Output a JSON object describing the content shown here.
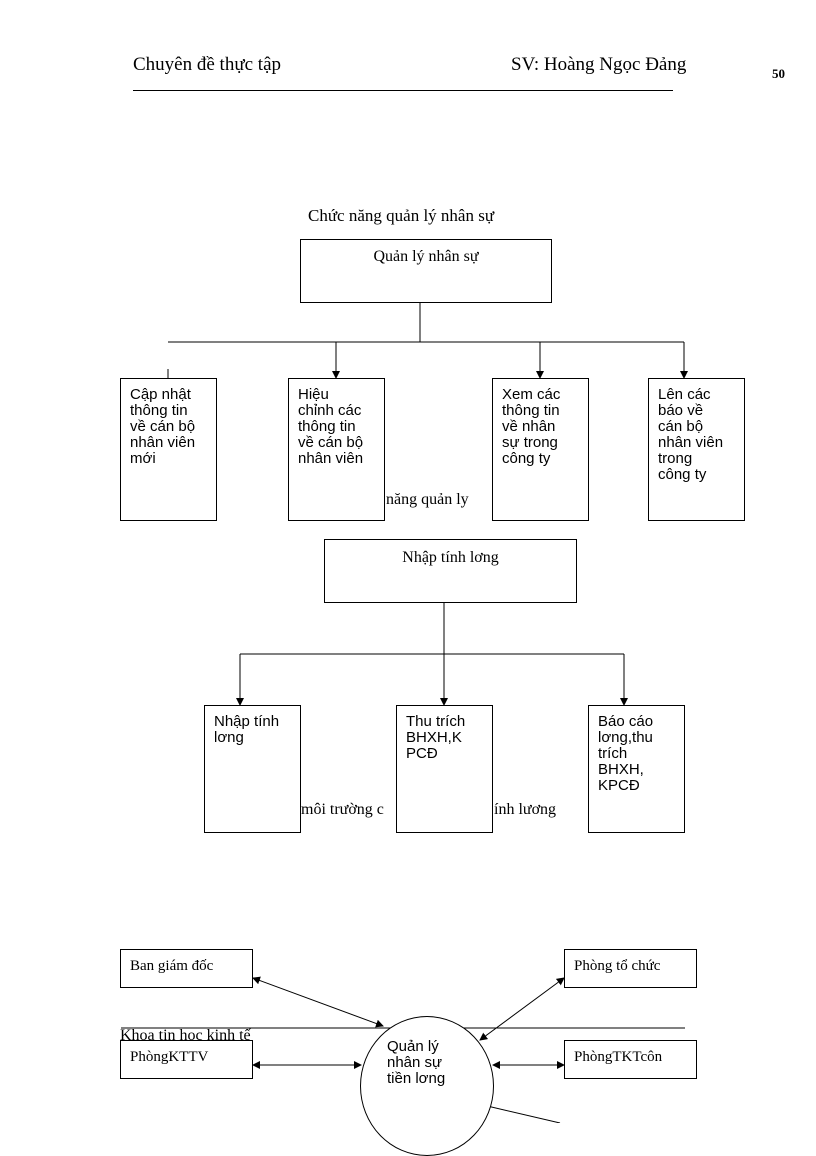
{
  "header": {
    "left": "Chuyên đề thực tập",
    "right": "SV: Hoàng Ngọc Đảng",
    "page_number": "50"
  },
  "section1": {
    "caption": "Chức năng quản lý nhân sự",
    "root": "Quản lý nhân sự",
    "children": [
      "Cập nhật\nthông tin\nvề cán bộ\nnhân viên\nmới",
      "Hiệu\nchỉnh các\nthông tin\nvề cán bộ\nnhân viên",
      "Xem các\nthông tin\nvề nhân\nsự trong\ncông ty",
      "Lên các\nbáo về\ncán bộ\nnhân viên\ntrong\ncông ty"
    ],
    "hidden_caption_fragment": "năng quản ly"
  },
  "section2": {
    "root": "Nhập tính lơng",
    "children": [
      "Nhập tính\nlơng",
      "Thu trích\nBHXH,K\nPCĐ",
      "Báo cáo\nlơng,thu\ntrích\nBHXH,\nKPCĐ"
    ],
    "caption_fragment_left": "môi trường c",
    "caption_fragment_right": "ính lương"
  },
  "section3": {
    "center": "Quản lý\nnhân sự\ntiền lơng",
    "left_top": "Ban giám đốc",
    "left_bottom": "PhòngKTTV",
    "right_top": "Phòng tổ chức",
    "right_bottom": "PhòngTKTcôn",
    "footer_fragment": "Khoa tin học kinh tế"
  }
}
